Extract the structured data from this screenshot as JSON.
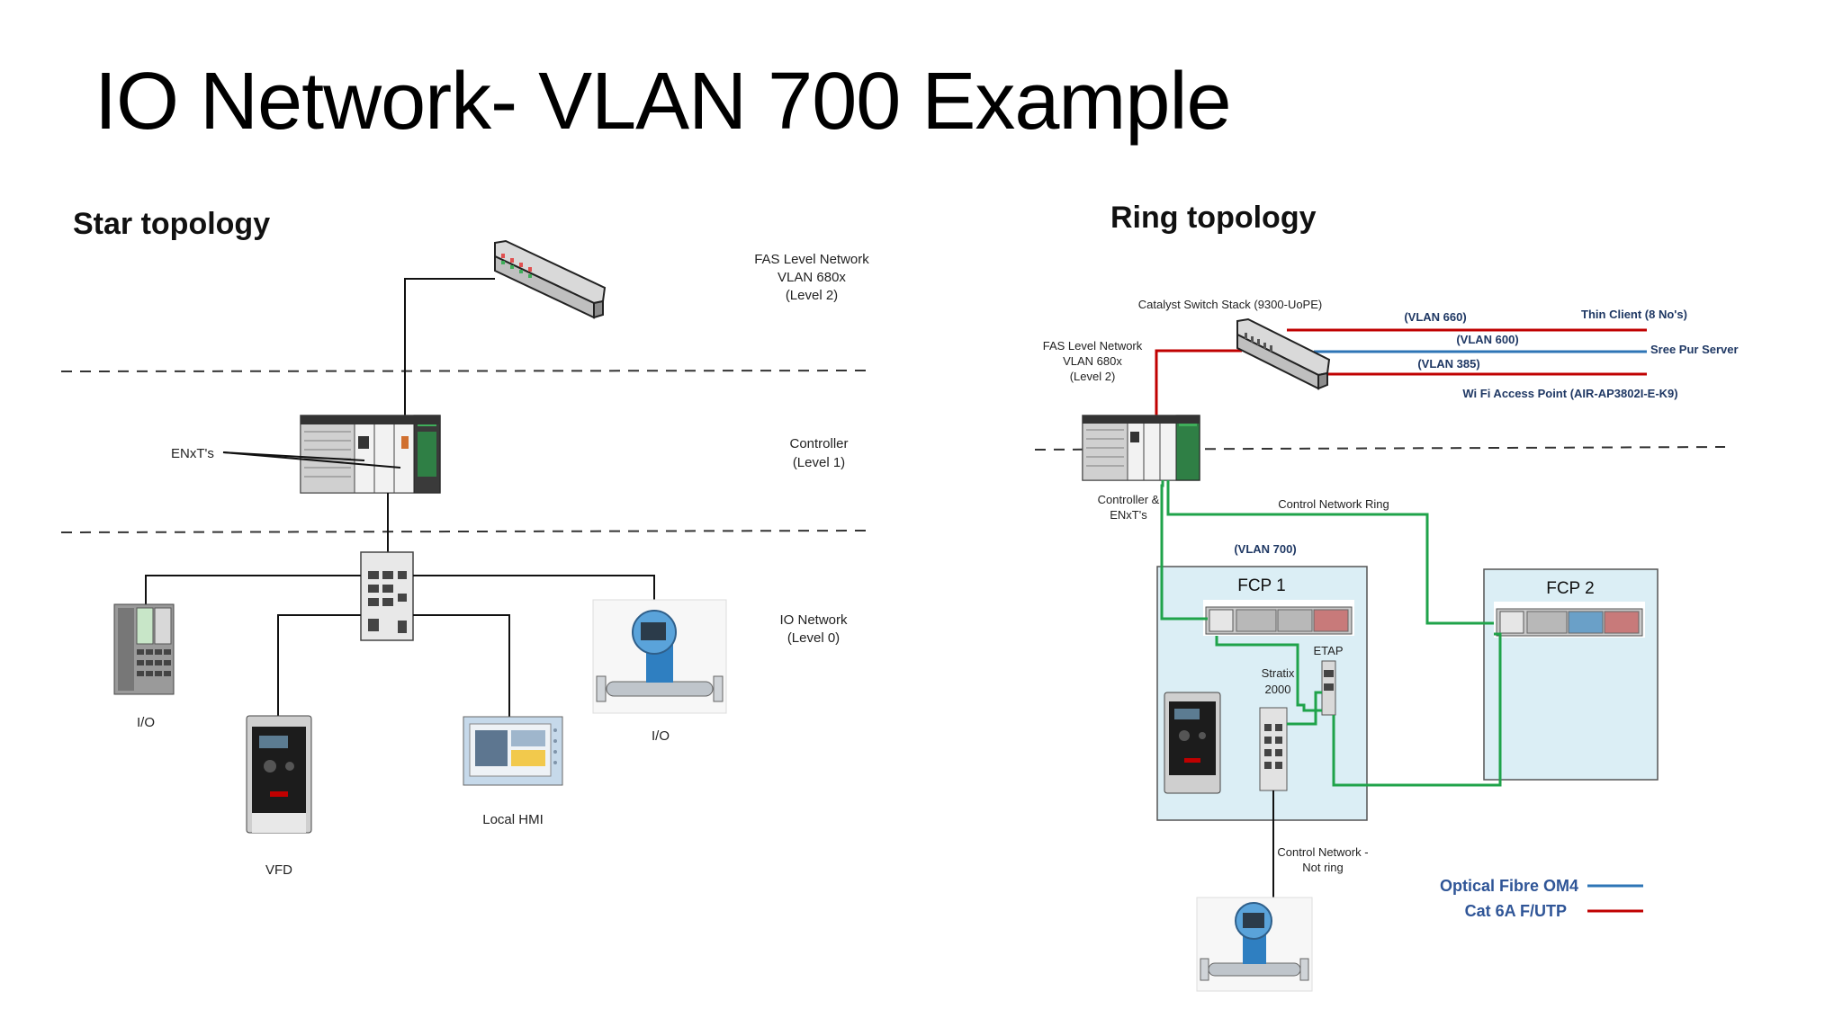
{
  "slide": {
    "title": "IO Network- VLAN 700 Example"
  },
  "star": {
    "heading": "Star topology",
    "fas_network": [
      "FAS Level Network",
      "VLAN 680x",
      "(Level 2)"
    ],
    "controller_label": [
      "Controller",
      "(Level 1)"
    ],
    "io_network_label": [
      "IO Network",
      "(Level 0)"
    ],
    "enxts_label": "ENxT's",
    "io_left_label": "I/O",
    "io_right_label": "I/O",
    "vfd_label": "VFD",
    "hmi_label": "Local HMI"
  },
  "ring": {
    "heading": "Ring topology",
    "switch_stack_label": "Catalyst Switch Stack (9300-UoPE)",
    "fas_network": [
      "FAS Level Network",
      "VLAN 680x",
      "(Level 2)"
    ],
    "vlan_660": "(VLAN 660)",
    "vlan_600": "(VLAN 600)",
    "vlan_385": "(VLAN 385)",
    "thin_client": "Thin Client (8 No's)",
    "sree_pur_server": "Sree Pur Server",
    "wifi_ap": "Wi Fi Access Point (AIR-AP3802I-E-K9)",
    "controller_enxt": [
      "Controller &",
      "ENxT's"
    ],
    "control_network_ring": "Control Network Ring",
    "vlan_700": "(VLAN 700)",
    "fcp1": "FCP 1",
    "fcp2": "FCP 2",
    "etap": "ETAP",
    "stratix": [
      "Stratix",
      "2000"
    ],
    "control_network_not_ring": [
      "Control Network -",
      "Not ring"
    ]
  },
  "legend": [
    {
      "label": "Optical Fibre OM4",
      "color": "#2e75b6"
    },
    {
      "label": "Cat 6A F/UTP",
      "color": "#c00000"
    }
  ],
  "colors": {
    "red_link": "#c00000",
    "blue_link": "#2e75b6",
    "green_link": "#1fa34a",
    "panel_fill": "#dbeef5",
    "legend_text": "#2f5597"
  }
}
